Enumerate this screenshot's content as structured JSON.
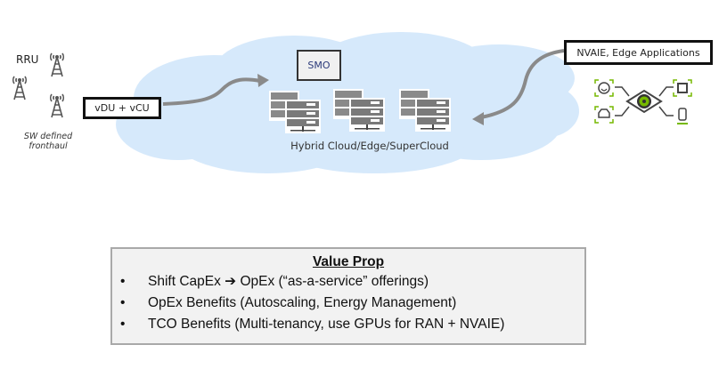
{
  "diagram": {
    "rru": {
      "label": "RRU",
      "caption_line1": "SW defined",
      "caption_line2": "fronthaul",
      "icons": [
        "radio-tower-icon",
        "radio-tower-icon",
        "radio-tower-icon"
      ]
    },
    "vdu_box": {
      "label": "vDU + vCU"
    },
    "smo_box": {
      "label": "SMO"
    },
    "cloud": {
      "label": "Hybrid Cloud/Edge/SuperCloud",
      "server_groups": 3,
      "color": "#d6e9fb"
    },
    "nvaie_box": {
      "label": "NVAIE, Edge Applications"
    },
    "edge_apps_icon": {
      "name": "ai-vision-icon",
      "sub_icons": [
        "face-icon",
        "car-icon",
        "chip-icon",
        "phone-icon"
      ],
      "accent": "#76b900"
    },
    "arrows": [
      {
        "from": "vDU + vCU",
        "to": "Hybrid Cloud"
      },
      {
        "from": "NVAIE, Edge Applications",
        "to": "Hybrid Cloud"
      }
    ]
  },
  "value_prop": {
    "title": "Value Prop",
    "bullet": "•",
    "items": [
      "Shift CapEx ➔ OpEx (“as-a-service” offerings)",
      "OpEx Benefits (Autoscaling, Energy Management)",
      "TCO Benefits (Multi-tenancy, use GPUs for RAN + NVAIE)"
    ]
  }
}
